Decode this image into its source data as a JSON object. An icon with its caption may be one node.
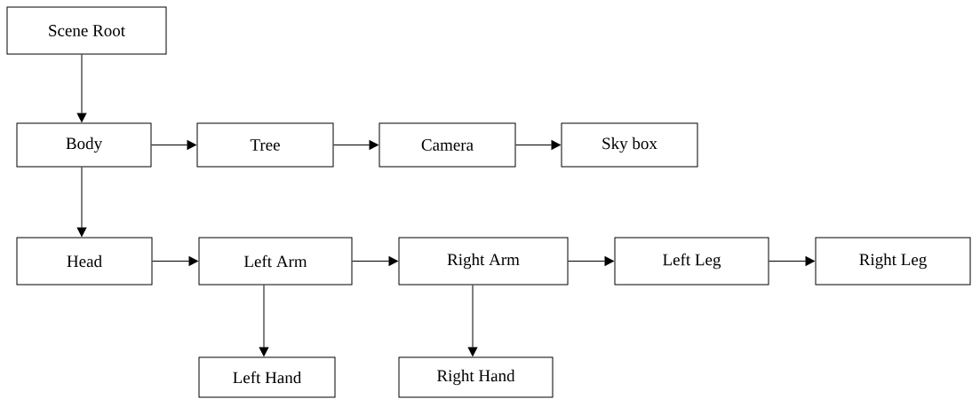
{
  "diagram": {
    "nodes": [
      {
        "text": [
          "Scene Root"
        ]
      },
      {
        "text": [
          "Body"
        ]
      },
      {
        "text": [
          "Tree"
        ]
      },
      {
        "text": [
          "Camera"
        ]
      },
      {
        "text": [
          "Sky box"
        ]
      },
      {
        "text": [
          "Head"
        ]
      },
      {
        "text": [
          "Left Arm"
        ]
      },
      {
        "text": [
          "Right Arm"
        ]
      },
      {
        "text": [
          "Left Leg"
        ]
      },
      {
        "text": [
          "Right Leg"
        ]
      },
      {
        "text": [
          "Left Hand"
        ]
      },
      {
        "text": [
          "Right Hand"
        ]
      }
    ],
    "edges": [
      {
        "from": 0,
        "to": 1,
        "arrow": "to"
      },
      {
        "from": 1,
        "to": 2,
        "arrow": "to"
      },
      {
        "from": 2,
        "to": 3,
        "arrow": "to"
      },
      {
        "from": 3,
        "to": 4,
        "arrow": "to"
      },
      {
        "from": 1,
        "to": 5,
        "arrow": "to"
      },
      {
        "from": 5,
        "to": 6,
        "arrow": "to"
      },
      {
        "from": 6,
        "to": 7,
        "arrow": "to"
      },
      {
        "from": 7,
        "to": 8,
        "arrow": "to"
      },
      {
        "from": 8,
        "to": 9,
        "arrow": "to"
      },
      {
        "from": 6,
        "to": 10,
        "arrow": "to"
      },
      {
        "from": 7,
        "to": 11,
        "arrow": "to"
      }
    ]
  }
}
